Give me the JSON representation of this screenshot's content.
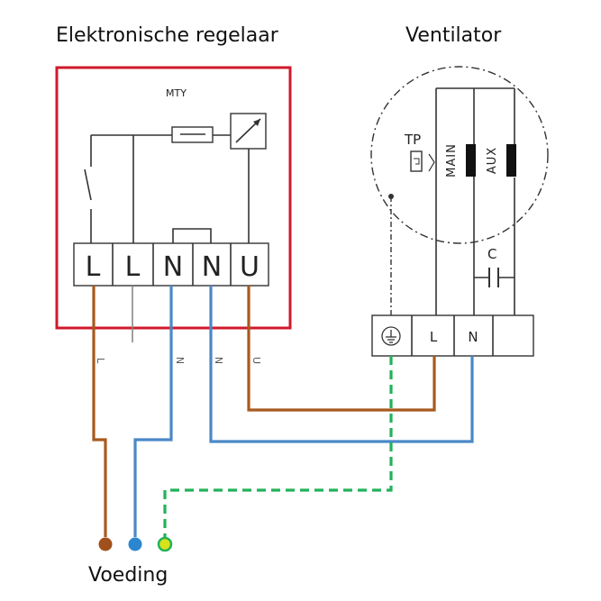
{
  "titles": {
    "controller": "Elektronische regelaar",
    "fan": "Ventilator",
    "supply": "Voeding"
  },
  "controller": {
    "model": "MTY",
    "terminals": [
      "L",
      "L",
      "N",
      "N",
      "U"
    ]
  },
  "wire_labels": [
    "L",
    "N",
    "N",
    "U"
  ],
  "fan": {
    "thermal_protector": "TP",
    "main_winding": "MAIN",
    "aux_winding": "AUX",
    "capacitor": "C",
    "terminals": [
      "L",
      "N"
    ]
  },
  "colors": {
    "controller_border": "#d0192b",
    "live_wire": "#a85a1e",
    "neutral_wire": "#4a88c8",
    "earth_wire": "#22b25a",
    "supply_live_dot": "#a0501c",
    "supply_neutral_dot": "#2b86d0",
    "supply_earth_dot": "#d8e21a"
  },
  "icons": {
    "earth_terminal": "ground-symbol-icon",
    "regulator": "variable-regulator-icon",
    "fuse": "fuse-icon",
    "switch": "switch-icon"
  }
}
